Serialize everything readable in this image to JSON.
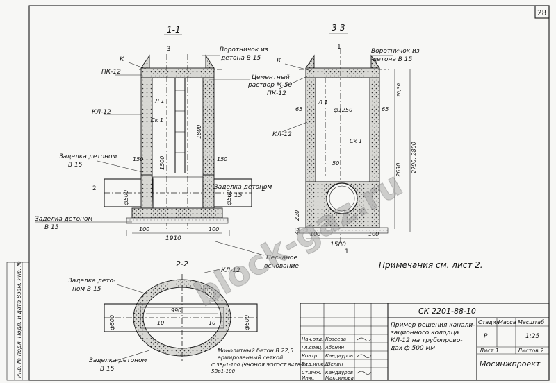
{
  "sheet_number": "28",
  "section_11": "1-1",
  "section_33": "3-3",
  "section_22": "2-2",
  "marks": {
    "three": "3",
    "one": "1",
    "two": "2"
  },
  "labels": {
    "k": "К",
    "pk12": "ПК-12",
    "kl12": "КЛ-12",
    "l1": "Л 1",
    "sk1": "Ск 1",
    "collar1": "Воротничок из",
    "collar1b": "детона В 15",
    "collar2": "Воротничок из",
    "collar2b": "детона В 15",
    "cement1": "Цементный",
    "cement2": "раствор М-50",
    "seal1a": "Заделка детоном",
    "seal1b": "В 15",
    "seal2a": "Заделка детоном",
    "seal2b": "В 15",
    "seal3a": "Заделка детоном",
    "seal3b": "В 15",
    "seal4a": "Заделка дето-",
    "seal4b": "ном В 15",
    "seal5a": "Заделка детоном",
    "seal5b": "В 15",
    "sand1": "Песчаное",
    "sand2": "основание",
    "mono1": "Монолитный бетон В 22,5",
    "mono2": "армированный сеткой",
    "mono3": "С 5Вр1-100 (ЧЧОНОЯ ЭОГОСТ 8478-81",
    "mono4": "5Вр1-100"
  },
  "dims": {
    "d1800": "1800",
    "d1500": "1500",
    "d150a": "150",
    "d150b": "150",
    "d500a": "ф500",
    "d500b": "ф500",
    "d100a": "100",
    "d100b": "100",
    "d1910": "1910",
    "d65a": "65",
    "d65b": "65",
    "d1250": "ф1250",
    "d50": "50",
    "d2630": "2630",
    "d2790": "2790, 2800",
    "d220": "220",
    "d40": "40",
    "d100c": "100",
    "d100d": "100",
    "d1580": "1580",
    "d20": "20,30",
    "d990": "990",
    "d10a": "10",
    "d10b": "10",
    "d500c": "ф500",
    "d500d": "ф500"
  },
  "note": "Примечания см. лист 2.",
  "stamp": {
    "code": "СК 2201-88-10",
    "title1": "Пример решения канали-",
    "title2": "зационного колодца",
    "title3": "КЛ-12 на трубопрово-",
    "title4": "дах ф 500 мм",
    "h_stage": "Стадия",
    "h_mass": "Масса",
    "h_scale": "Масштаб",
    "stage": "Р",
    "scale": "1:25",
    "sheet": "Лист 1",
    "sheets": "Листов 2",
    "org": "Мосинжпроект",
    "roles": [
      "Нач.отд.",
      "Гл.спец.",
      "Контр.",
      "Вед.инж.",
      "Ст.инж.",
      "Инж."
    ],
    "names": [
      "Козеева",
      "Абонин",
      "Кандауров",
      "Шелин",
      "Кандауров",
      "Максимова"
    ]
  },
  "side_strip": "Инв. № подл.  Подп. и дата  Взам. инв. №",
  "watermark": "block-gaz.ru"
}
